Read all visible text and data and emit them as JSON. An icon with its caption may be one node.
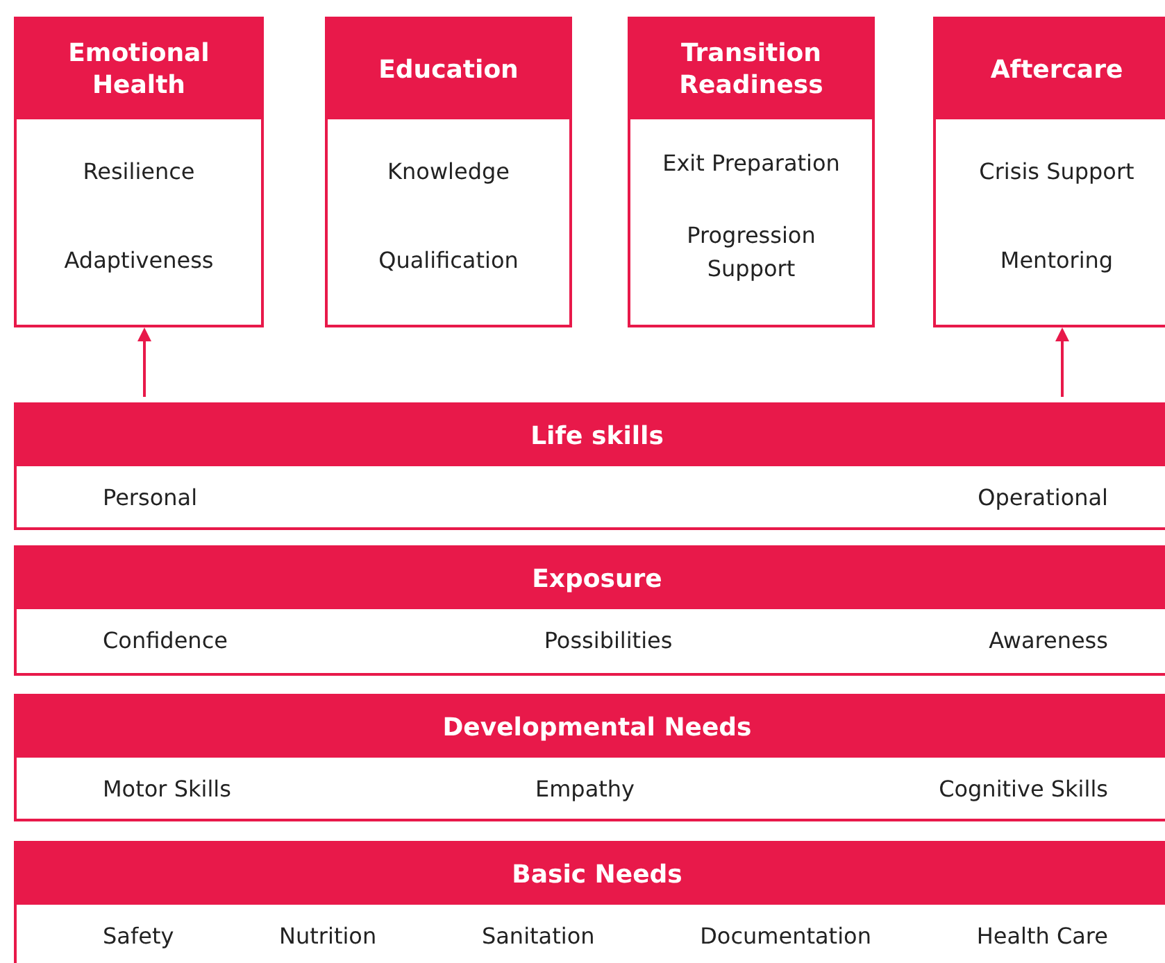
{
  "diagram": {
    "nodes": [
      {
        "text": [
          "Emotional Health",
          "Resilience",
          "Adaptiveness"
        ]
      },
      {
        "text": [
          "Education",
          "Knowledge",
          "Qualification"
        ]
      },
      {
        "text": [
          "Transition Readiness",
          "Exit Preparation",
          "Progression Support"
        ]
      },
      {
        "text": [
          "Aftercare",
          "Crisis Support",
          "Mentoring"
        ]
      },
      {
        "text": [
          "Life skills",
          "Personal",
          "Operational"
        ]
      },
      {
        "text": [
          "Exposure",
          "Confidence",
          "Possibilities",
          "Awareness"
        ]
      },
      {
        "text": [
          "Developmental Needs",
          "Motor Skills",
          "Empathy",
          "Cognitive Skills"
        ]
      },
      {
        "text": [
          "Basic Needs",
          "Safety",
          "Nutrition",
          "Sanitation",
          "Documentation",
          "Health Care"
        ]
      }
    ],
    "edges": [
      {
        "from": 4,
        "to": 0,
        "arrow": "to"
      },
      {
        "from": 4,
        "to": 3,
        "arrow": "to"
      }
    ]
  }
}
